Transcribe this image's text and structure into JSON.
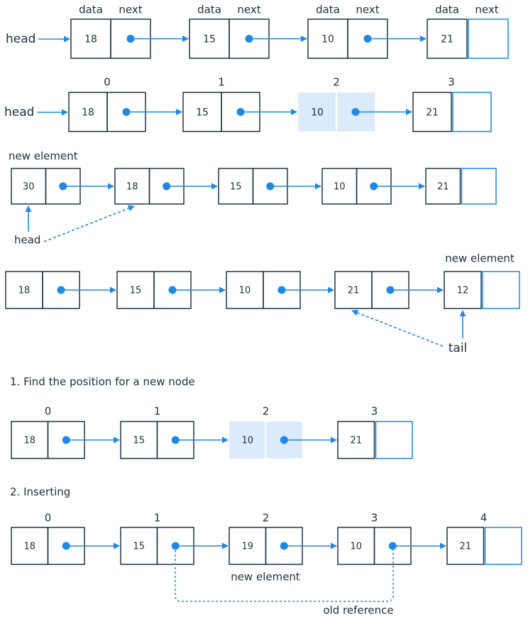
{
  "colors": {
    "arrow": "#1e88e5",
    "node_border": "#243447",
    "highlight_fill": "#dcebfb",
    "null_border": "#1e88e5",
    "text": "#1f2d3d"
  },
  "section1": {
    "header_data": "data",
    "header_next": "next",
    "head_label": "head",
    "values": [
      "18",
      "15",
      "10",
      "21"
    ]
  },
  "section2": {
    "head_label": "head",
    "indices": [
      "0",
      "1",
      "2",
      "3"
    ],
    "values": [
      "18",
      "15",
      "10",
      "21"
    ],
    "highlight_index": 2
  },
  "section3": {
    "new_element_label": "new element",
    "head_label": "head",
    "values": [
      "30",
      "18",
      "15",
      "10",
      "21"
    ]
  },
  "section4": {
    "new_element_label": "new element",
    "tail_label": "tail",
    "values": [
      "18",
      "15",
      "10",
      "21",
      "12"
    ]
  },
  "step1": {
    "caption": "1. Find the position for a new node",
    "indices": [
      "0",
      "1",
      "2",
      "3"
    ],
    "values": [
      "18",
      "15",
      "10",
      "21"
    ],
    "highlight_index": 2
  },
  "step2": {
    "caption": "2. Inserting",
    "indices": [
      "0",
      "1",
      "2",
      "3",
      "4"
    ],
    "values": [
      "18",
      "15",
      "19",
      "10",
      "21"
    ],
    "new_element_label": "new element",
    "old_reference_label": "old reference"
  }
}
